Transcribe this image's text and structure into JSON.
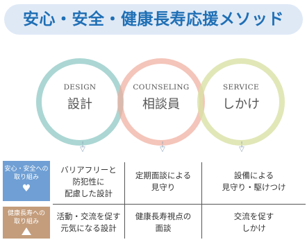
{
  "header": {
    "title": "安心・安全・健康長寿応援メソッド"
  },
  "circles": [
    {
      "en": "DESIGN",
      "jp": "設計",
      "color": "#8fc8c4"
    },
    {
      "en": "COUNSELING",
      "jp": "相談員",
      "color": "#f0ad9c"
    },
    {
      "en": "SERVICE",
      "jp": "しかけ",
      "color": "#d9e1a5"
    }
  ],
  "arrows": {
    "glyph": "▽"
  },
  "rows": [
    {
      "label": "安心・安全への\n取り組み",
      "icon": "heart-icon",
      "color": "#6f9fd4",
      "cells": [
        "バリアフリーと\n防犯性に\n配慮した設計",
        "定期面談による\n見守り",
        "設備による\n見守り・駆けつけ"
      ]
    },
    {
      "label": "健康長寿への\n取り組み",
      "icon": "triangle-icon",
      "color": "#c49d7c",
      "cells": [
        "活動・交流を促す\n元気になる設計",
        "健康長寿視点の\n面談",
        "交流を促す\nしかけ"
      ]
    }
  ]
}
